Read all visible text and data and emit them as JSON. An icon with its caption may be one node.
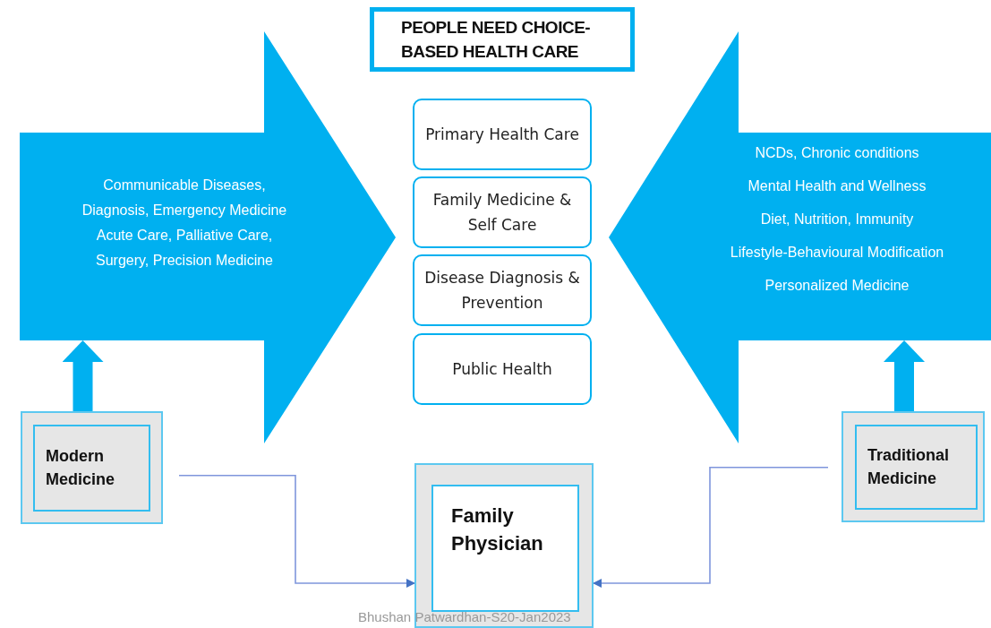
{
  "diagram": {
    "nodes": [
      {
        "text": [
          "PEOPLE NEED CHOICE-BASED HEALTH CARE"
        ]
      },
      {
        "text": [
          "Communicable Diseases, Diagnosis, Emergency Medicine Acute Care, Palliative Care, Surgery, Precision Medicine"
        ]
      },
      {
        "text": [
          "NCDs, Chronic conditions",
          "Mental Health and Wellness",
          "Diet, Nutrition, Immunity",
          "Lifestyle-Behavioural Modification",
          "Personalized Medicine"
        ]
      },
      {
        "text": [
          "Primary Health Care"
        ]
      },
      {
        "text": [
          "Family  Medicine & Self Care"
        ]
      },
      {
        "text": [
          "Disease Diagnosis & Prevention"
        ]
      },
      {
        "text": [
          "Public Health"
        ]
      },
      {
        "text": [],
        "shape": "box"
      },
      {
        "text": [
          "Modern Medicine"
        ],
        "in": 7
      },
      {
        "text": [],
        "shape": "box"
      },
      {
        "text": [
          "Family Physician"
        ],
        "in": 9
      },
      {
        "text": [],
        "shape": "box"
      },
      {
        "text": [
          "Traditional Medicine"
        ],
        "in": 11
      }
    ],
    "edges": [
      {
        "from": 7,
        "to": 1,
        "arrow": "to",
        "style": "thick",
        "color": "#00b0f0"
      },
      {
        "from": 11,
        "to": 2,
        "arrow": "to",
        "style": "thick",
        "color": "#00b0f0"
      },
      {
        "from": 7,
        "to": 9,
        "arrow": "to",
        "color": "#7f96dc"
      },
      {
        "from": 11,
        "to": 9,
        "arrow": "to",
        "color": "#7f96dc"
      }
    ],
    "labels": [
      "Bhushan Patwardhan-S20-Jan2023"
    ]
  }
}
